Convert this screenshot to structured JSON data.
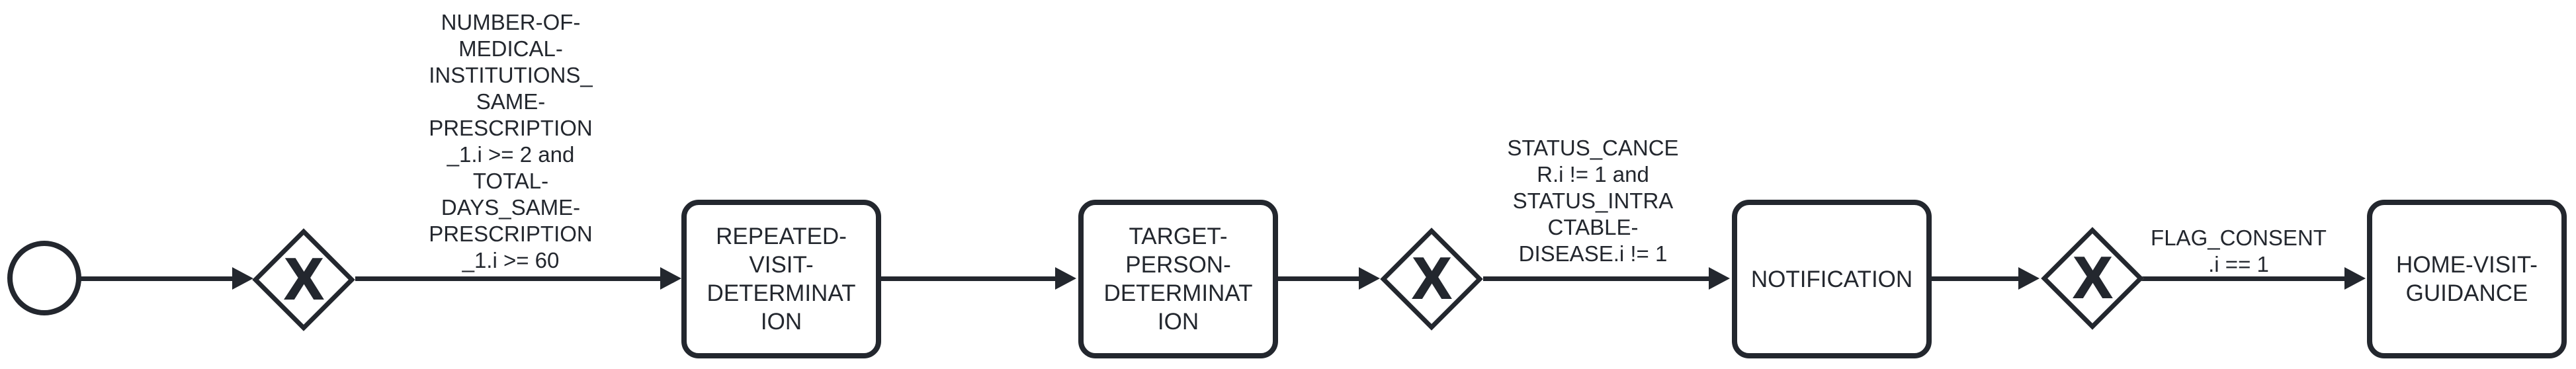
{
  "diagram": {
    "type": "bpmn-process-flow",
    "colors": {
      "background": "#ffffff",
      "stroke": "#23272e"
    },
    "nodes": [
      {
        "id": "start",
        "type": "start-event"
      },
      {
        "id": "gateway-1",
        "type": "exclusive-gateway",
        "marker": "X"
      },
      {
        "id": "task-repeated-visit-determination",
        "type": "task",
        "label": "REPEATED-\nVISIT-\nDETERMINAT\nION"
      },
      {
        "id": "task-target-person-determination",
        "type": "task",
        "label": "TARGET-\nPERSON-\nDETERMINAT\nION"
      },
      {
        "id": "gateway-2",
        "type": "exclusive-gateway",
        "marker": "X"
      },
      {
        "id": "task-notification",
        "type": "task",
        "label": "NOTIFICATION"
      },
      {
        "id": "gateway-3",
        "type": "exclusive-gateway",
        "marker": "X"
      },
      {
        "id": "task-home-visit-guidance",
        "type": "task",
        "label": "HOME-VISIT-\nGUIDANCE"
      }
    ],
    "edge_labels": [
      {
        "id": "condition-1",
        "text": "NUMBER-OF-\nMEDICAL-\nINSTITUTIONS_\nSAME-\nPRESCRIPTION\n_1.i >= 2 and\nTOTAL-\nDAYS_SAME-\nPRESCRIPTION\n_1.i >= 60"
      },
      {
        "id": "condition-2",
        "text": "STATUS_CANCE\nR.i != 1 and\nSTATUS_INTRA\nCTABLE-\nDISEASE.i != 1"
      },
      {
        "id": "condition-3",
        "text": "FLAG_CONSENT\n.i == 1"
      }
    ]
  }
}
